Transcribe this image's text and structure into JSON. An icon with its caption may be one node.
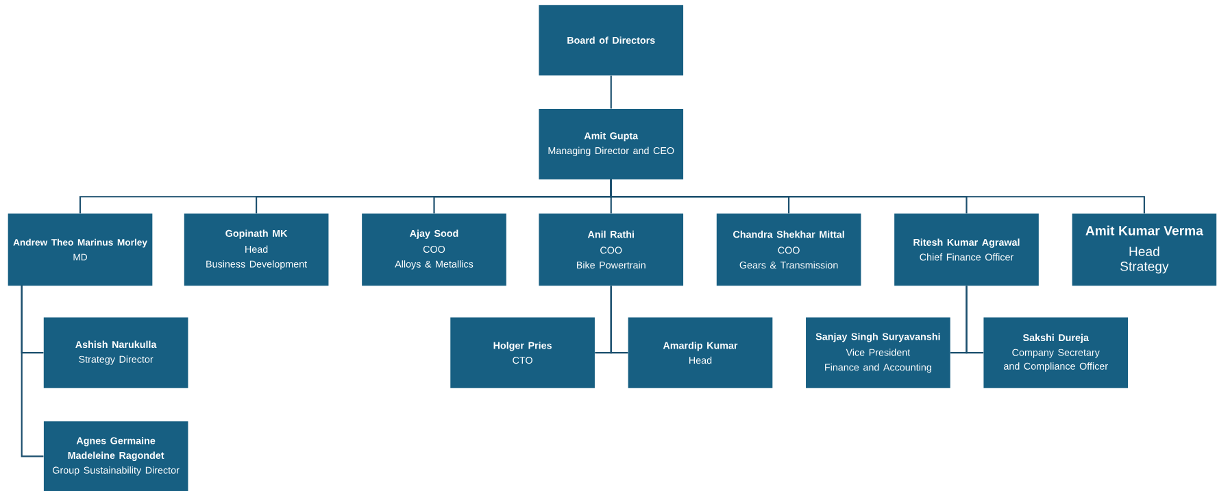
{
  "diagram": {
    "nodes": [
      {
        "text": [
          "Board of Directors"
        ]
      },
      {
        "text": [
          "Amit Gupta",
          "Managing Director and CEO"
        ]
      },
      {
        "text": [
          "Andrew Theo Marinus Morley",
          "MD"
        ]
      },
      {
        "text": [
          "Gopinath MK",
          "Head",
          "Business Development"
        ]
      },
      {
        "text": [
          "Ajay Sood",
          "COO",
          "Alloys & Metallics"
        ]
      },
      {
        "text": [
          "Anil Rathi",
          "COO",
          "Bike Powertrain"
        ]
      },
      {
        "text": [
          "Chandra Shekhar Mittal",
          "COO",
          "Gears & Transmission"
        ]
      },
      {
        "text": [
          "Ritesh Kumar Agrawal",
          "Chief Finance Officer"
        ]
      },
      {
        "text": [
          "Amit Kumar Verma",
          "Head",
          "Strategy"
        ]
      },
      {
        "text": [
          "Ashish Narukulla",
          "Strategy Director"
        ]
      },
      {
        "text": [
          "Holger Pries",
          "CTO"
        ]
      },
      {
        "text": [
          "Amardip Kumar",
          "Head"
        ]
      },
      {
        "text": [
          "Sanjay Singh Suryavanshi",
          "Vice President",
          "Finance and Accounting"
        ]
      },
      {
        "text": [
          "Sakshi Dureja",
          "Company Secretary and Compliance Officer"
        ]
      },
      {
        "text": [
          "Agnes Germaine Madeleine Ragondet",
          "Group Sustainability Director"
        ]
      }
    ],
    "edges": [
      {
        "from": 0,
        "to": 1,
        "arrow": "none"
      },
      {
        "from": 1,
        "to": 2,
        "arrow": "none"
      },
      {
        "from": 1,
        "to": 3,
        "arrow": "none"
      },
      {
        "from": 1,
        "to": 4,
        "arrow": "none"
      },
      {
        "from": 1,
        "to": 5,
        "arrow": "none"
      },
      {
        "from": 1,
        "to": 6,
        "arrow": "none"
      },
      {
        "from": 1,
        "to": 7,
        "arrow": "none"
      },
      {
        "from": 1,
        "to": 8,
        "arrow": "none"
      },
      {
        "from": 2,
        "to": 9,
        "arrow": "none"
      },
      {
        "from": 2,
        "to": 14,
        "arrow": "none"
      },
      {
        "from": 5,
        "to": 10,
        "arrow": "none"
      },
      {
        "from": 5,
        "to": 11,
        "arrow": "none"
      },
      {
        "from": 7,
        "to": 12,
        "arrow": "none"
      },
      {
        "from": 7,
        "to": 13,
        "arrow": "none"
      }
    ]
  }
}
